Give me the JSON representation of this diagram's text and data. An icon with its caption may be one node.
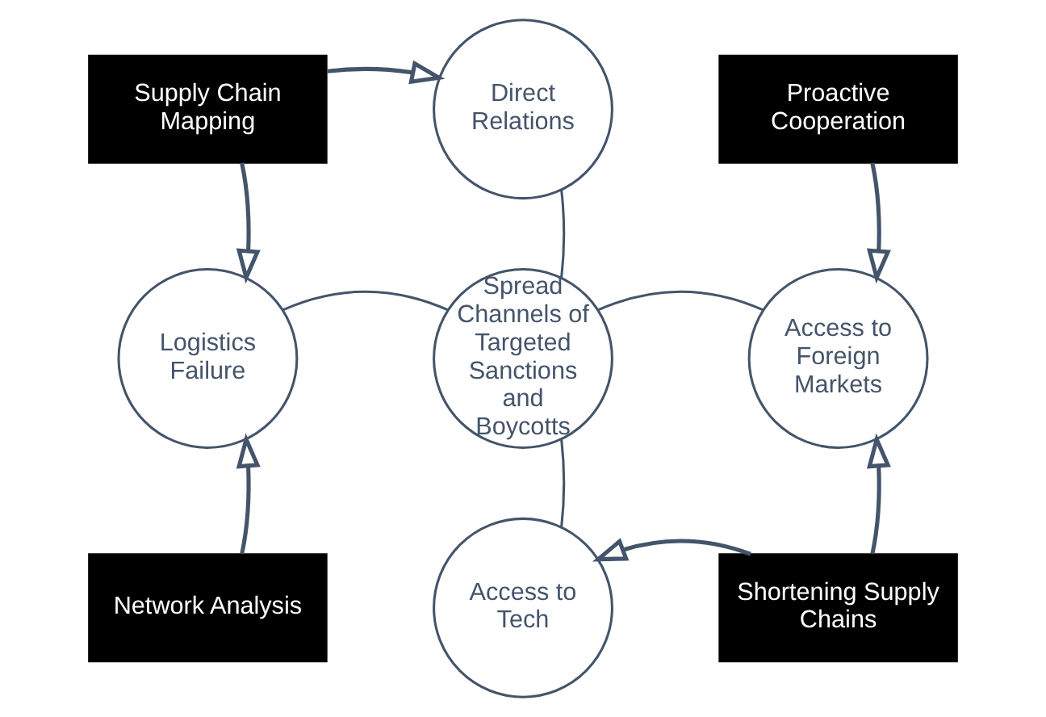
{
  "diagram": {
    "nodes": [
      {
        "text": [
          "Supply Chain Mapping"
        ]
      },
      {
        "text": [
          "Direct Relations"
        ]
      },
      {
        "text": [
          "Proactive Cooperation"
        ]
      },
      {
        "text": [
          "Logistics Failure"
        ]
      },
      {
        "text": [
          "Spread Channels of Targeted Sanctions and Boycotts"
        ]
      },
      {
        "text": [
          "Access to Foreign Markets"
        ]
      },
      {
        "text": [
          "Network Analysis"
        ]
      },
      {
        "text": [
          "Access to Tech"
        ]
      },
      {
        "text": [
          "Shortening Supply Chains"
        ]
      }
    ],
    "edges": [
      {
        "from": 0,
        "to": 1,
        "arrow": "to"
      },
      {
        "from": 0,
        "to": 3,
        "arrow": "to"
      },
      {
        "from": 2,
        "to": 5,
        "arrow": "to"
      },
      {
        "from": 6,
        "to": 3,
        "arrow": "to"
      },
      {
        "from": 8,
        "to": 5,
        "arrow": "to"
      },
      {
        "from": 8,
        "to": 7,
        "arrow": "to"
      },
      {
        "from": 4,
        "to": 1,
        "arrow": "none"
      },
      {
        "from": 4,
        "to": 3,
        "arrow": "none"
      },
      {
        "from": 4,
        "to": 5,
        "arrow": "none"
      },
      {
        "from": 4,
        "to": 7,
        "arrow": "none"
      }
    ]
  }
}
